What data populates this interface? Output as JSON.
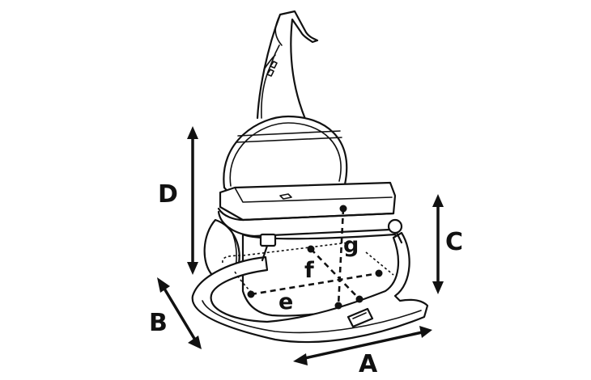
{
  "diagram": {
    "subject": "bag-dimensions",
    "background": "#ffffff",
    "line_color": "#111111",
    "outer_dimensions": [
      {
        "id": "A",
        "label": "A",
        "meaning": "length",
        "arrow": "diagonal bottom-front"
      },
      {
        "id": "B",
        "label": "B",
        "meaning": "width",
        "arrow": "diagonal bottom-left"
      },
      {
        "id": "C",
        "label": "C",
        "meaning": "height (body)",
        "arrow": "vertical right"
      },
      {
        "id": "D",
        "label": "D",
        "meaning": "height (lid open)",
        "arrow": "vertical left"
      }
    ],
    "inner_dimensions": [
      {
        "id": "e",
        "label": "e",
        "meaning": "inner length",
        "line": "heavy dashed"
      },
      {
        "id": "f",
        "label": "f",
        "meaning": "inner width",
        "line": "heavy dashed"
      },
      {
        "id": "g",
        "label": "g",
        "meaning": "inner height",
        "line": "heavy dashed"
      }
    ]
  }
}
